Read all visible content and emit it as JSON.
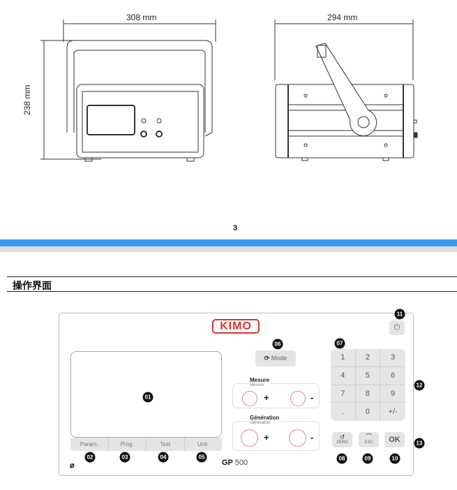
{
  "drawings": {
    "front_width": "308 mm",
    "front_height": "238 mm",
    "side_width": "294 mm"
  },
  "page_number": "3",
  "section_title": "操作界面",
  "panel": {
    "brand": "KIMO",
    "model_bold": "GP",
    "model_num": "500",
    "tabs": [
      "Param.",
      "Prog.",
      "Test",
      "Unit."
    ],
    "mode_label": "Mode",
    "mesure": {
      "title": "Mesure",
      "subtitle": "Mesure",
      "plus": "+",
      "minus": "-"
    },
    "generation": {
      "title": "Génération",
      "subtitle": "Génération",
      "plus": "+",
      "minus": "-"
    },
    "keys": [
      "1",
      "2",
      "3",
      "4",
      "5",
      "6",
      "7",
      "8",
      "9",
      ".",
      "0",
      "+/-"
    ],
    "zero_label": "ZERO",
    "esc_label": "ESC",
    "ok_label": "OK",
    "badges": [
      "01",
      "02",
      "03",
      "04",
      "05",
      "06",
      "07",
      "08",
      "09",
      "10",
      "11",
      "12",
      "13"
    ]
  }
}
